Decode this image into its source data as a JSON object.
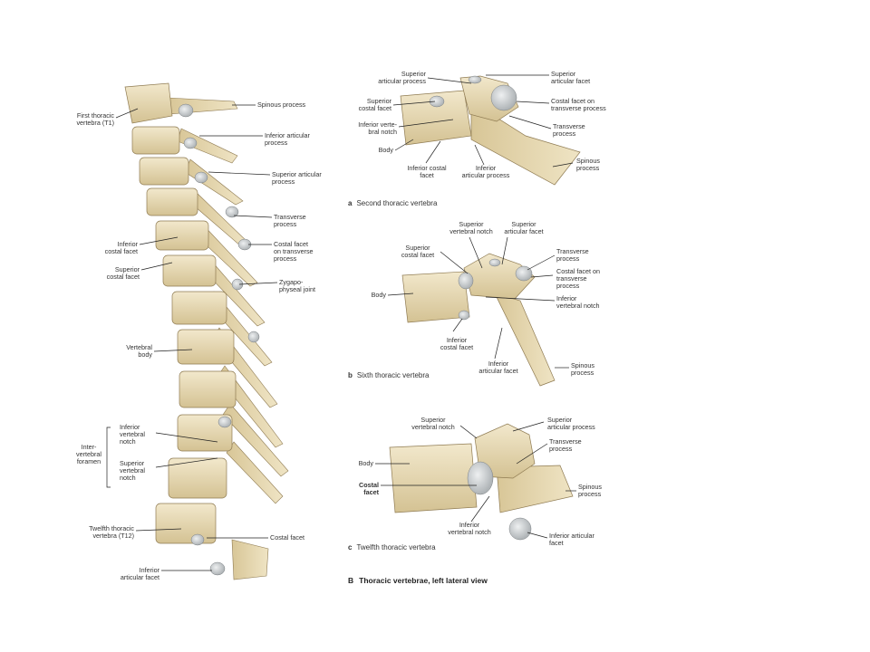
{
  "colors": {
    "bone": "#e6d8b2",
    "bone_dark": "#c9b689",
    "bone_light": "#f3ead0",
    "cartilage": "#c9cdd0",
    "line": "#222222"
  },
  "spine": {
    "labels": {
      "first_thoracic": "First thoracic\nvertebra (T1)",
      "spinous_process": "Spinous process",
      "inferior_articular_process": "Inferior articular\nprocess",
      "superior_articular_process": "Superior articular\nprocess",
      "transverse_process": "Transverse\nprocess",
      "inferior_costal_facet": "Inferior\ncostal facet",
      "costal_facet_transverse": "Costal facet\non transverse\nprocess",
      "superior_costal_facet": "Superior\ncostal facet",
      "zygapophyseal_joint": "Zygapo-\nphyseal joint",
      "vertebral_body": "Vertebral\nbody",
      "intervertebral_foramen": "Inter-\nvertebral\nforamen",
      "inferior_vertebral_notch": "Inferior\nvertebral\nnotch",
      "superior_vertebral_notch": "Superior\nvertebral\nnotch",
      "twelfth_thoracic": "Twelfth thoracic\nvertebra (T12)",
      "costal_facet": "Costal facet",
      "inferior_articular_facet": "Inferior\narticular facet"
    }
  },
  "panel_a": {
    "caption_letter": "a",
    "caption": "Second thoracic vertebra",
    "labels": {
      "superior_articular_process": "Superior\narticular process",
      "superior_articular_facet": "Superior\narticular facet",
      "superior_costal_facet": "Superior\ncostal facet",
      "costal_facet_transverse": "Costal facet on\ntransverse process",
      "inferior_vertebral_notch": "Inferior verte-\nbral notch",
      "transverse_process": "Transverse\nprocess",
      "body": "Body",
      "inferior_costal_facet": "Inferior costal\nfacet",
      "inferior_articular_process": "Inferior\narticular process",
      "spinous_process": "Spinous\nprocess"
    }
  },
  "panel_b": {
    "caption_letter": "b",
    "caption": "Sixth thoracic vertebra",
    "labels": {
      "superior_vertebral_notch": "Superior\nvertebral notch",
      "superior_articular_facet": "Superior\narticular facet",
      "superior_costal_facet": "Superior\ncostal facet",
      "transverse_process": "Transverse\nprocess",
      "costal_facet_transverse": "Costal facet on\ntransverse\nprocess",
      "body": "Body",
      "inferior_vertebral_notch": "Inferior\nvertebral notch",
      "inferior_costal_facet": "Inferior\ncostal facet",
      "inferior_articular_facet": "Inferior\narticular facet",
      "spinous_process": "Spinous\nprocess"
    }
  },
  "panel_c": {
    "caption_letter": "c",
    "caption": "Twelfth thoracic vertebra",
    "labels": {
      "superior_vertebral_notch": "Superior\nvertebral notch",
      "superior_articular_process": "Superior\narticular process",
      "transverse_process": "Transverse\nprocess",
      "body": "Body",
      "costal_facet": "Costal\nfacet",
      "spinous_process": "Spinous\nprocess",
      "inferior_vertebral_notch": "Inferior\nvertebral notch",
      "inferior_articular_facet": "Inferior articular\nfacet"
    }
  },
  "figure_caption": {
    "letter": "B",
    "text": "Thoracic vertebrae, left lateral view"
  }
}
